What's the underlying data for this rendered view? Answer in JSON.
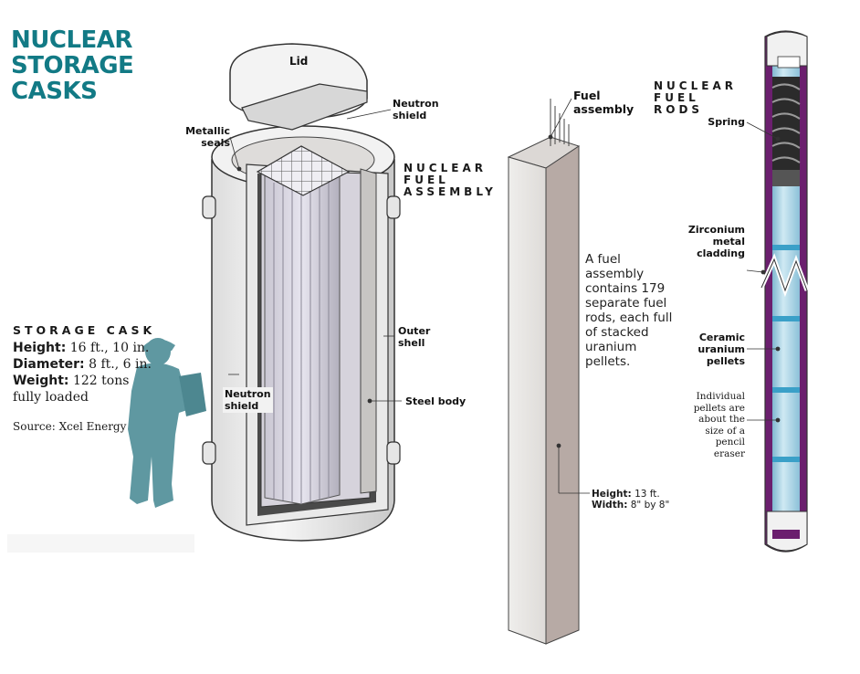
{
  "title": {
    "line1": "NUCLEAR",
    "line2": "STORAGE",
    "line3": "CASKS"
  },
  "cask_labels": {
    "lid": "Lid",
    "neutron_shield_top_1": "Neutron",
    "neutron_shield_top_2": "shield",
    "metallic_seals_1": "Metallic",
    "metallic_seals_2": "seals",
    "outer_shell_1": "Outer",
    "outer_shell_2": "shell",
    "steel_body": "Steel body",
    "neutron_shield_inner_1": "Neutron",
    "neutron_shield_inner_2": "shield"
  },
  "assembly_heading": {
    "line1": "NUCLEAR",
    "line2": "FUEL",
    "line3": "ASSEMBLY"
  },
  "storage_cask": {
    "heading": "STORAGE CASK",
    "height_label": "Height:",
    "height_value": "16 ft., 10 in.",
    "diameter_label": "Diameter:",
    "diameter_value": "8 ft., 6 in.",
    "weight_label": "Weight:",
    "weight_value": "122 tons",
    "weight_value_2": "fully loaded",
    "source": "Source: Xcel Energy"
  },
  "fuel_assembly": {
    "label_1": "Fuel",
    "label_2": "assembly",
    "desc_1": "A fuel",
    "desc_2": "assembly",
    "desc_3": "contains 179",
    "desc_4": "separate fuel",
    "desc_5": "rods, each full",
    "desc_6": "of stacked",
    "desc_7": "uranium",
    "desc_8": "pellets.",
    "height_label": "Height:",
    "height_value": "13 ft.",
    "width_label": "Width:",
    "width_value": "8\" by 8\""
  },
  "fuel_rods": {
    "heading_1": "NUCLEAR",
    "heading_2": "FUEL",
    "heading_3": "RODS",
    "spring": "Spring",
    "cladding_1": "Zirconium",
    "cladding_2": "metal",
    "cladding_3": "cladding",
    "ceramic_1": "Ceramic",
    "ceramic_2": "uranium",
    "ceramic_3": "pellets",
    "note_1": "Individual",
    "note_2": "pellets are",
    "note_3": "about the",
    "note_4": "size of a",
    "note_5": "pencil",
    "note_6": "eraser"
  },
  "colors": {
    "title": "#127a85",
    "person": "#5f98a1",
    "rod_purple": "#6b1f6e",
    "rod_blue": "#a9d3e6",
    "assembly_gray": "#b7aaa5"
  }
}
